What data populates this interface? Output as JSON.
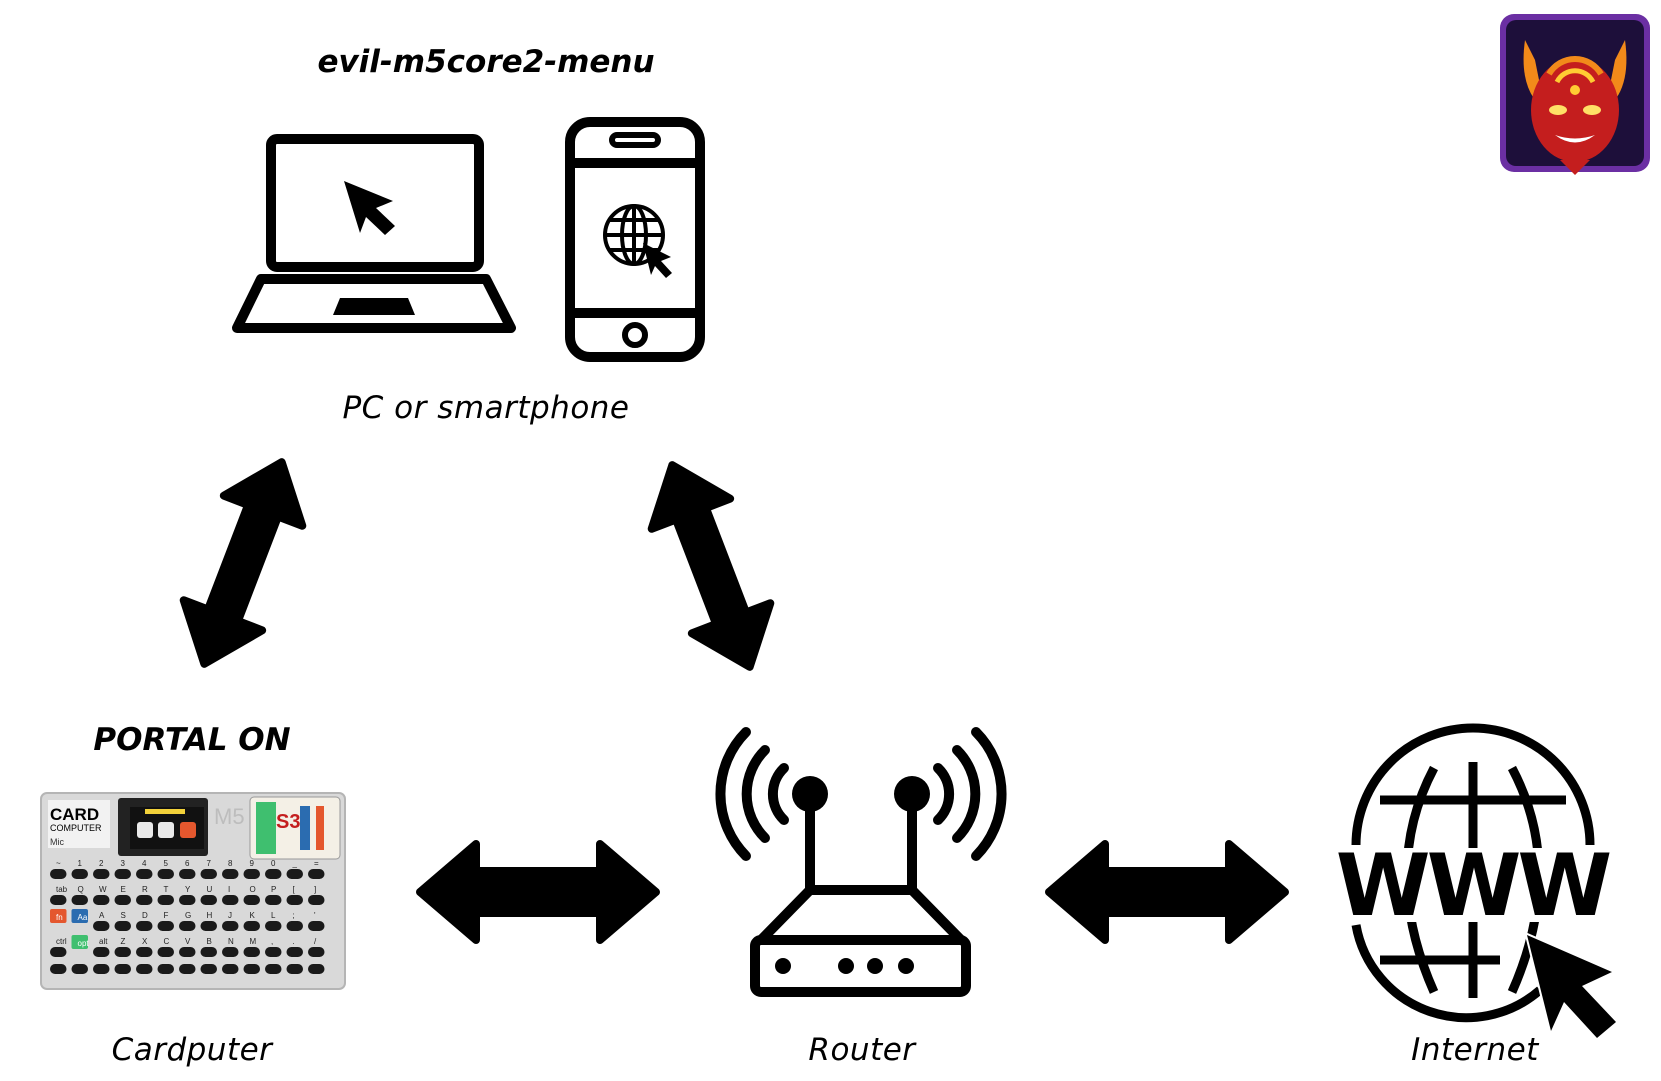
{
  "title": "evil-m5core2-menu",
  "nodes": {
    "pc": {
      "caption": "PC or smartphone"
    },
    "cardputer": {
      "caption": "Cardputer",
      "status": "PORTAL ON",
      "device_text": {
        "brand_line1": "CARD",
        "brand_line2": "COMPUTER",
        "mark": "M5",
        "chip": "S3",
        "mic": "Mic",
        "row1": [
          "~",
          "1",
          "2",
          "3",
          "4",
          "5",
          "6",
          "7",
          "8",
          "9",
          "0",
          "_",
          "="
        ],
        "row2": [
          "tab",
          "Q",
          "W",
          "E",
          "R",
          "T",
          "Y",
          "U",
          "I",
          "O",
          "P",
          "[",
          "]"
        ],
        "row3": [
          "fn",
          "Aa",
          "A",
          "S",
          "D",
          "F",
          "G",
          "H",
          "J",
          "K",
          "L",
          ";",
          "'"
        ],
        "row4": [
          "ctrl",
          "opt",
          "alt",
          "Z",
          "X",
          "C",
          "V",
          "B",
          "N",
          "M",
          ",",
          ".",
          "/"
        ]
      }
    },
    "router": {
      "caption": "Router"
    },
    "internet": {
      "caption": "Internet",
      "www": "WWW"
    }
  },
  "colors": {
    "ink": "#000000",
    "background": "#ffffff",
    "device_body": "#d9d9d9",
    "key": "#1a1a1a",
    "key_fn": "#e4572e",
    "key_aa": "#2b6cb0",
    "key_opt": "#3fbf6f",
    "logo_red": "#c41e1e",
    "logo_orange": "#f28a1a",
    "logo_purple": "#6b2fa3"
  },
  "icons": {
    "laptop": "laptop-icon",
    "phone": "smartphone-icon",
    "router": "router-icon",
    "globe": "www-globe-icon",
    "logo": "devil-logo-icon"
  }
}
